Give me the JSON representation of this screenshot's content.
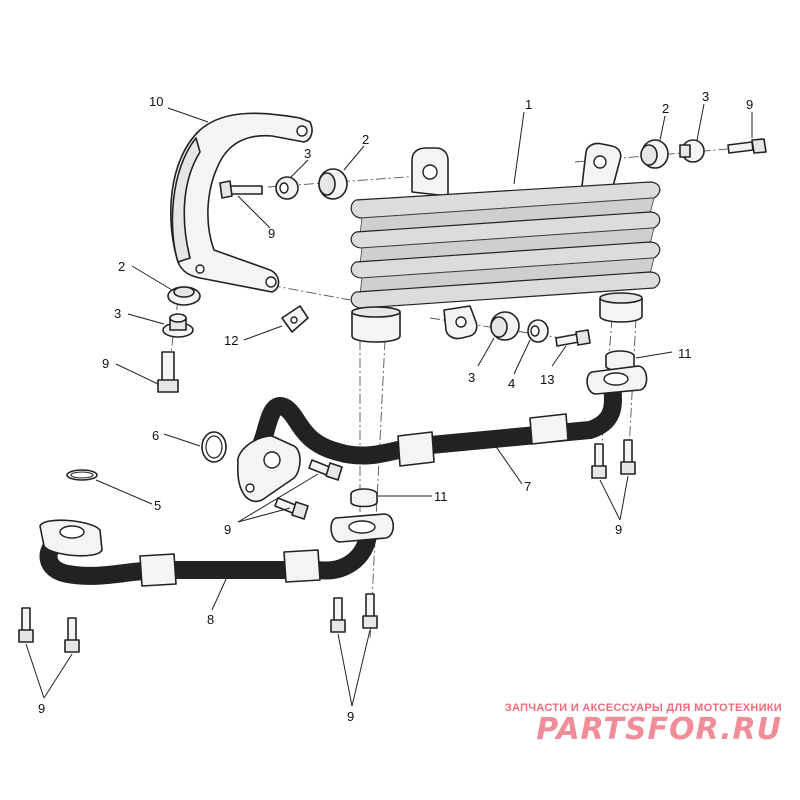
{
  "diagram": {
    "callouts": [
      "1",
      "2",
      "2",
      "2",
      "3",
      "3",
      "3",
      "3",
      "4",
      "5",
      "6",
      "7",
      "8",
      "9",
      "9",
      "9",
      "9",
      "9",
      "9",
      "10",
      "11",
      "11",
      "12",
      "13"
    ]
  },
  "watermark": {
    "tagline": "ЗАПЧАСТИ И АКСЕССУАРЫ ДЛЯ МОТОТЕХНИКИ",
    "brand": "PARTSFOR.RU"
  },
  "colors": {
    "line": "#222222",
    "watermark": "#f08d98",
    "background": "#ffffff"
  }
}
